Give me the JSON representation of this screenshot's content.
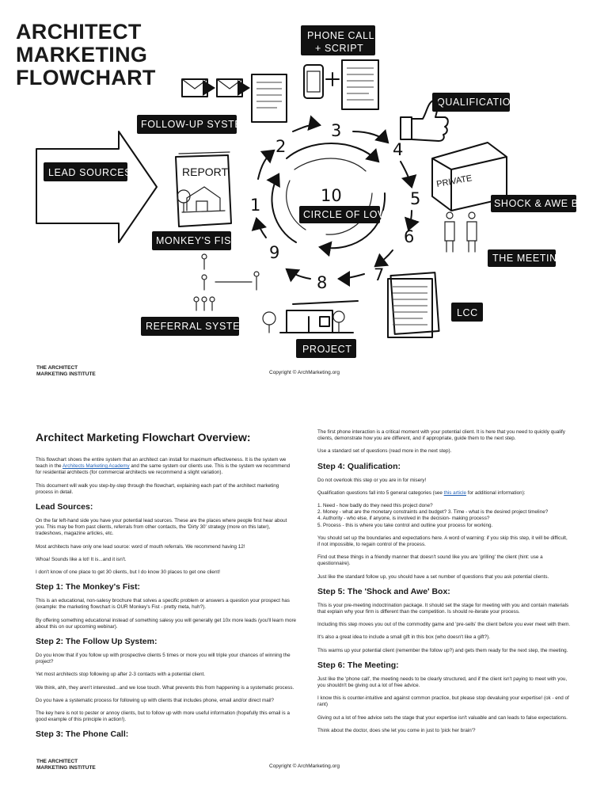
{
  "title": {
    "lines": [
      "ARCHITECT",
      "MARKETING",
      "FLOWCHART"
    ]
  },
  "diagram": {
    "labels": {
      "phone_call": [
        "PHONE CALL",
        "+ SCRIPT"
      ],
      "qualification": "QUALIFICATION",
      "follow_up": "FOLLOW-UP SYSTEM",
      "lead_sources": "LEAD SOURCES",
      "monkeys_fist": "MONKEY'S FIST",
      "shock_awe": "SHOCK & AWE BOX",
      "the_meeting": "THE MEETING",
      "referral": "REFERRAL SYSTEM",
      "lcc": "LCC",
      "project": "PROJECT",
      "circle": "CIRCLE OF LOVE",
      "report": "REPORT",
      "private": "PRIVATE"
    },
    "numbers": [
      "1",
      "2",
      "3",
      "4",
      "5",
      "6",
      "7",
      "8",
      "9",
      "10"
    ]
  },
  "footer": {
    "org_line1": "THE ARCHITECT",
    "org_line2": "MARKETING INSTITUTE",
    "copyright": "Copyright © ArchMarketing.org"
  },
  "article": {
    "title": "Architect Marketing Flowchart Overview:",
    "intro": {
      "p1_before": "This flowchart shows the entire system that an architect can install for maximum effectiveness. It is the system we teach in the ",
      "p1_link": "Architects Marketing Academy",
      "p1_after": " and the same system our clients use. This is the system we recommend for residential architects (for commercial architects we recommend a slight variation).",
      "p2": "This document will walk you step-by-step through the flowchart, explaining each part of the architect marketing process in detail."
    },
    "lead_sources": {
      "heading": "Lead Sources:",
      "p1": "On the far left-hand side you have your potential lead sources. These are the places where people first hear about you. This may be from past clients, referrals from other contacts, the 'Dirty 30' strategy (more on this later), tradeshows, magazine articles, etc.",
      "p2": "Most architects have only one lead source: word of mouth referrals. We recommend having 12!",
      "p3": "Whoa! Sounds like a lot! It is...and it isn't.",
      "p4": "I don't know of one place to get 30 clients, but I do know 30 places to get one client!"
    },
    "step1": {
      "heading": "Step 1: The Monkey's Fist:",
      "p1": "This is an educational, non-salesy brochure that solves a specific problem or answers a question your prospect has (example: the marketing flowchart is OUR Monkey's Fist - pretty meta, huh?).",
      "p2": "By offering something educational instead of something salesy you will generally get 10x more leads (you'll learn more about this on our upcoming webinar)."
    },
    "step2": {
      "heading": "Step 2: The Follow Up System:",
      "p1": "Do you know that if you follow up with prospective clients 5 times or more you will triple your chances of winning the project?",
      "p2": "Yet most architects stop following up after 2-3 contacts with a potential client.",
      "p3": "We think, ahh, they aren't interested...and we lose touch. What prevents this from happening is a systematic process.",
      "p4": "Do you have a systematic process for following up with clients that includes phone, email and/or direct mail?",
      "p5": "The key here is not to pester or annoy clients, but to follow up with more useful information (hopefully this email is a good example of this principle in action!)."
    },
    "step3": {
      "heading": "Step 3: The Phone Call:",
      "p1": "The first phone interaction is a critical moment with your potential client. It is here that you need to quickly qualify clients, demonstrate how you are different, and if appropriate, guide them to the next step.",
      "p2": "Use a standard set of questions (read more in the next step)."
    },
    "step4": {
      "heading": "Step 4: Qualification:",
      "p1": "Do not overlook this step or you are in for misery!",
      "p2_before": "Qualification questions fall into 5 general categories (see ",
      "p2_link": "this article",
      "p2_after": " for additional information):",
      "list": [
        "1. Need - how badly do they need this project done?",
        "2. Money - what are the monetary constraints and budget? 3. Time - what is the desired project timeline?",
        "4. Authority - who else, if anyone, is involved in the decision- making process?",
        "5. Process - this is where you take control and outline your process for working."
      ],
      "p3": "You should set up the boundaries and expectations here. A word of warning: if you skip this step, it will be difficult, if not impossible, to regain control of the process.",
      "p4": "Find out these things in a friendly manner that doesn't sound like you are 'grilling' the client (hint: use a questionnaire).",
      "p5": "Just like the standard follow up, you should have a set number of questions that you ask potential clients."
    },
    "step5": {
      "heading": "Step 5: The 'Shock and Awe' Box:",
      "p1": "This is your pre-meeting indoctrination package. It should set the stage for meeting with you and contain materials that explain why your firm is different than the competition. Is should re-iterate your process.",
      "p2": "Including this step moves you out of the commodity game and 'pre-sells' the client before you ever meet with them.",
      "p3": "It's also a great idea to include a small gift in this box (who doesn't like a gift?).",
      "p4": "This warms up your potential client (remember the follow up?) and gets them ready for the next step, the meeting."
    },
    "step6": {
      "heading": "Step 6: The Meeting:",
      "p1": "Just like the 'phone call', the meeting needs to be clearly structured, and if the client isn't paying to meet with you, you shouldn't be giving out a lot of free advice.",
      "p2": "I know this is counter-intuitive and against common practice, but please stop devaluing your expertise! (ok - end of rant)",
      "p3": "Giving out a lot of free advice sets the stage that your expertise isn't valuable and can leads to false expectations.",
      "p4": "Think about the doctor, does she let you come in just to 'pick her brain'?"
    }
  }
}
